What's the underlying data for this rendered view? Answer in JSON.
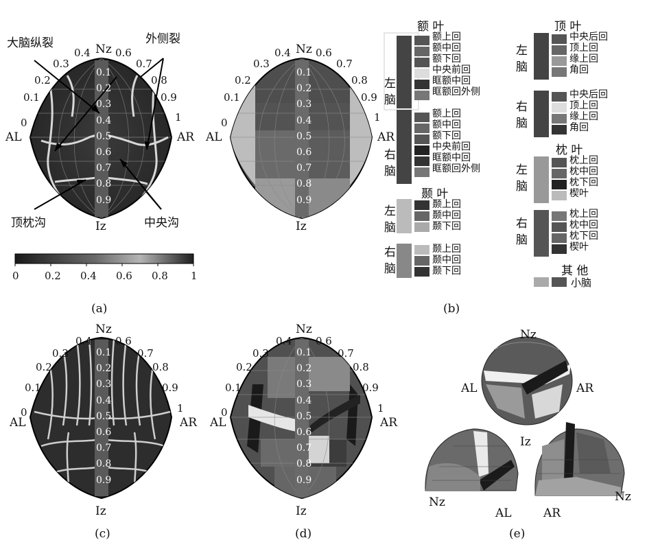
{
  "panel_a": {
    "ticks_left": [
      "0",
      "0.1",
      "0.2",
      "0.3",
      "0.4"
    ],
    "ticks_right": [
      "0.6",
      "0.7",
      "0.8",
      "0.9",
      "1"
    ],
    "ticks_center": [
      "0.1",
      "0.2",
      "0.3",
      "0.4",
      "0.5",
      "0.6",
      "0.7",
      "0.8",
      "0.9"
    ],
    "top_label": "Nz",
    "bottom_label": "Iz",
    "left_label": "AL",
    "right_label": "AR",
    "ann_longitudinal": "大脑纵裂",
    "ann_lateral": "外侧裂",
    "ann_parieto_occipital": "顶枕沟",
    "ann_central": "中央沟",
    "colorbar_ticks": [
      "0",
      "0.2",
      "0.4",
      "0.6",
      "0.8",
      "1"
    ],
    "caption": "(a)"
  },
  "panel_b_map": {
    "caption": ""
  },
  "legend": {
    "caption": "(b)",
    "frontal_title": "额 叶",
    "left_brain": "左脑",
    "right_brain": "右脑",
    "frontal_items": [
      "额上回",
      "额中回",
      "额下回",
      "中央前回",
      "眶额中回",
      "眶额回外侧"
    ],
    "temporal_title": "颞 叶",
    "temporal_items": [
      "颞上回",
      "颞中回",
      "颞下回"
    ],
    "parietal_title": "顶 叶",
    "parietal_items": [
      "中央后回",
      "顶上回",
      "缘上回",
      "角回"
    ],
    "occipital_title": "枕 叶",
    "occipital_items": [
      "枕上回",
      "枕中回",
      "枕下回",
      "楔叶"
    ],
    "other_title": "其 他",
    "cerebellum": "小脑"
  },
  "panel_c": {
    "caption": "(c)"
  },
  "panel_d": {
    "caption": "(d)"
  },
  "panel_e": {
    "caption": "(e)",
    "labels": [
      "Nz",
      "AL",
      "AR",
      "Iz",
      "Nz",
      "AL",
      "AR",
      "Nz"
    ]
  },
  "colors": {
    "dark": "#2b2b2b",
    "mid": "#6a6a6a",
    "light": "#bdbdbd",
    "paper": "#ffffff"
  }
}
